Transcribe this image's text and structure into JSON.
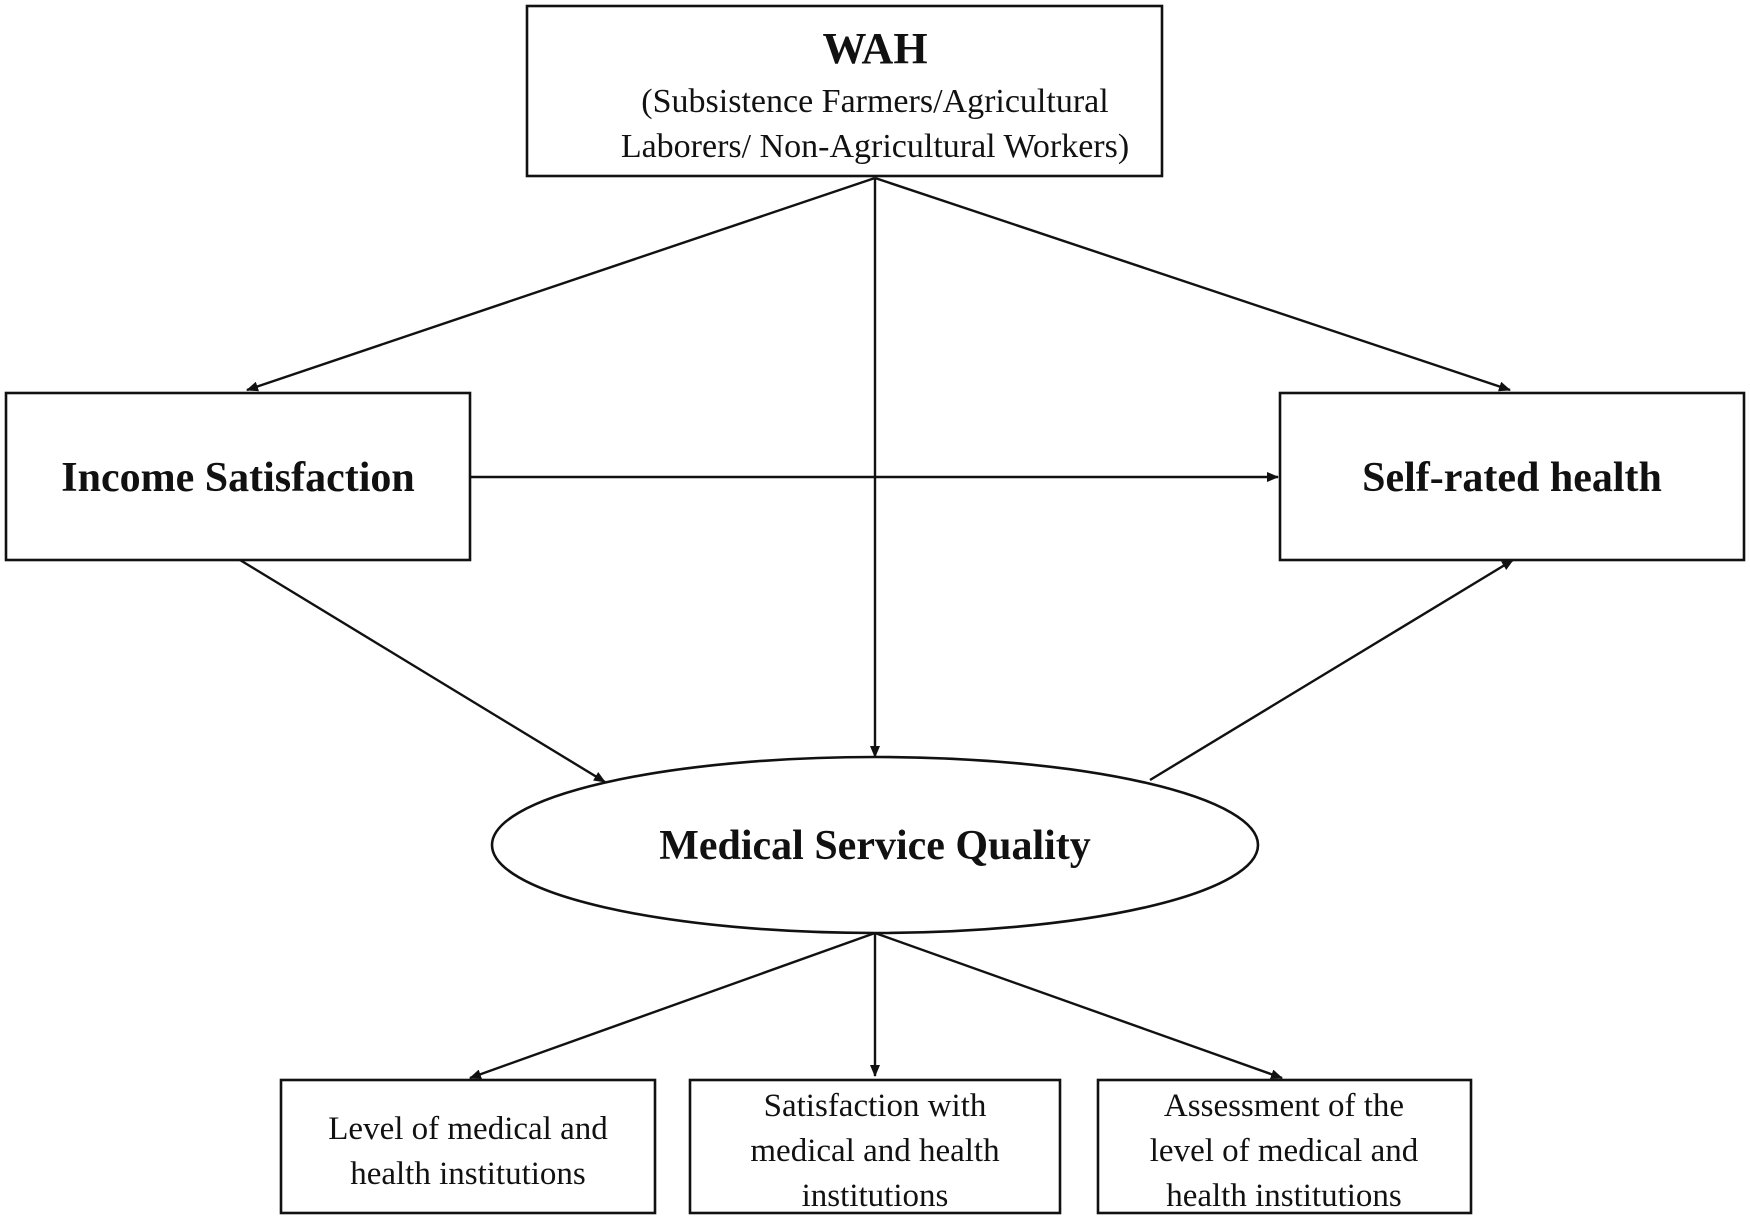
{
  "nodes": {
    "wah": {
      "title": "WAH",
      "subtitle_line1": "(Subsistence Farmers/Agricultural",
      "subtitle_line2": "Laborers/ Non-Agricultural Workers)"
    },
    "income_satisfaction": {
      "label": "Income Satisfaction"
    },
    "self_rated_health": {
      "label": "Self-rated health"
    },
    "medical_service_quality": {
      "label": "Medical Service Quality"
    },
    "indicator_level": {
      "line1": "Level of medical and",
      "line2": "health institutions"
    },
    "indicator_satisfaction": {
      "line1": "Satisfaction with",
      "line2": "medical and health",
      "line3": "institutions"
    },
    "indicator_assessment": {
      "line1": "Assessment of the",
      "line2": "level of medical and",
      "line3": "health institutions"
    }
  },
  "edges": [
    {
      "from": "WAH",
      "to": "Income Satisfaction"
    },
    {
      "from": "WAH",
      "to": "Medical Service Quality"
    },
    {
      "from": "WAH",
      "to": "Self-rated health"
    },
    {
      "from": "Income Satisfaction",
      "to": "Self-rated health"
    },
    {
      "from": "Income Satisfaction",
      "to": "Medical Service Quality"
    },
    {
      "from": "Medical Service Quality",
      "to": "Self-rated health"
    },
    {
      "from": "Medical Service Quality",
      "to": "Level of medical and health institutions"
    },
    {
      "from": "Medical Service Quality",
      "to": "Satisfaction with medical and health institutions"
    },
    {
      "from": "Medical Service Quality",
      "to": "Assessment of the level of medical and health institutions"
    }
  ],
  "colors": {
    "stroke": "#111111",
    "background": "#ffffff"
  }
}
